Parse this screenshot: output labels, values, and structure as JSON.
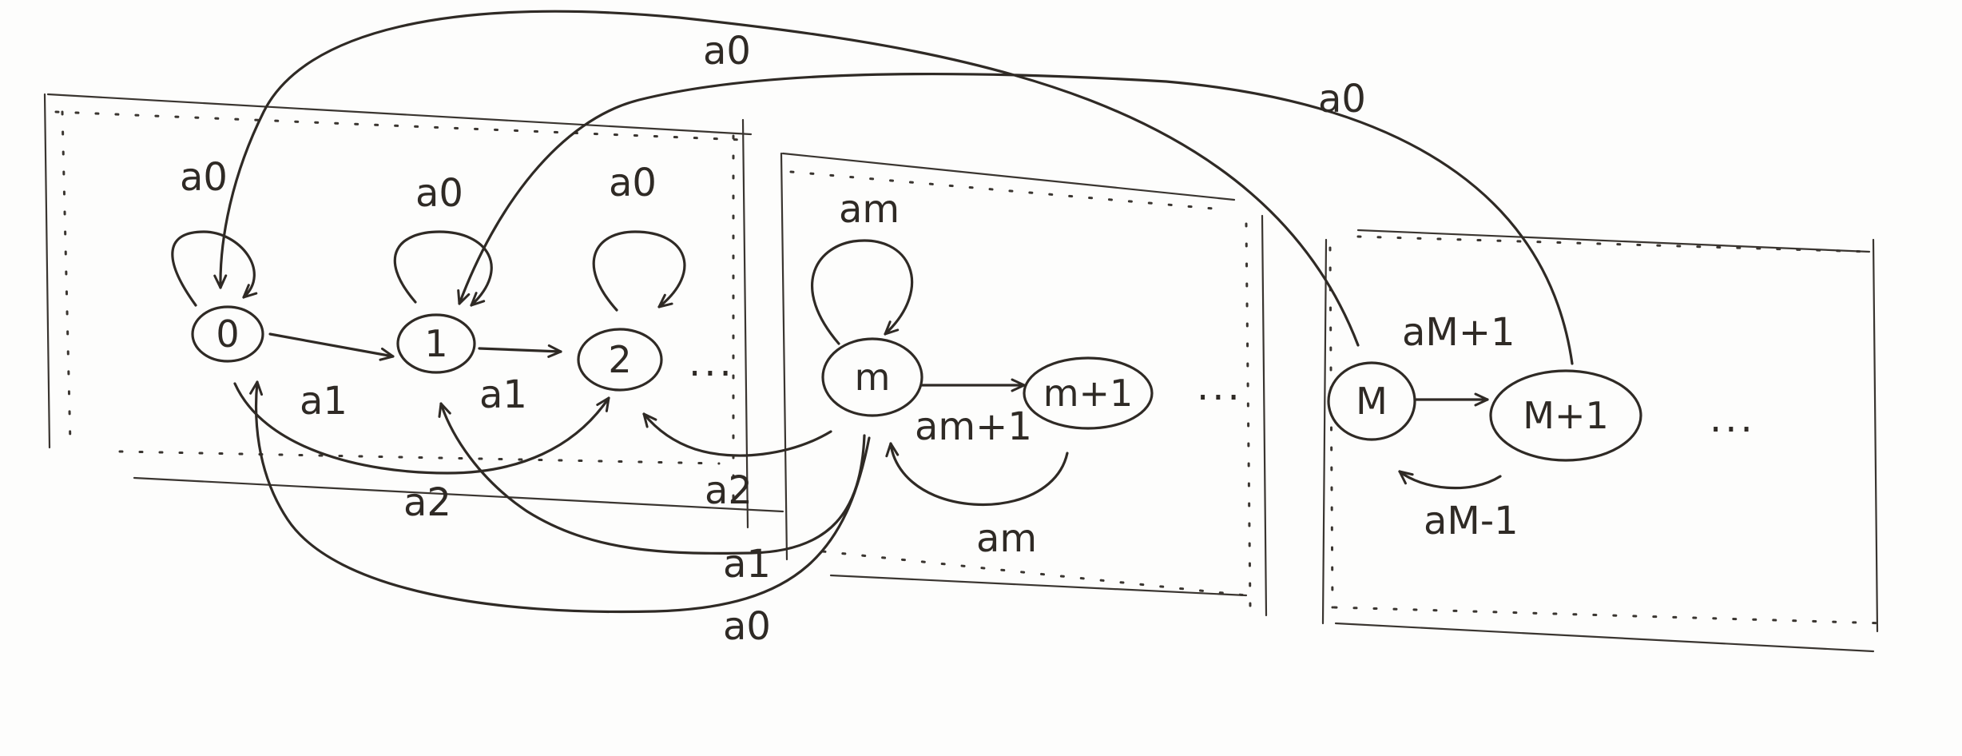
{
  "nodes": [
    {
      "id": "n0",
      "label": "0"
    },
    {
      "id": "n1",
      "label": "1"
    },
    {
      "id": "n2",
      "label": "2"
    },
    {
      "id": "nm",
      "label": "m"
    },
    {
      "id": "nm1",
      "label": "m+1"
    },
    {
      "id": "nM",
      "label": "M"
    },
    {
      "id": "nM1",
      "label": "M+1"
    }
  ],
  "edge_labels": {
    "a0_top_long": "a0",
    "a0_top_right": "a0",
    "a0_loop_0": "a0",
    "a0_loop_1": "a0",
    "a0_loop_2": "a0",
    "am_loop": "am",
    "a1_0_to_1": "a1",
    "a1_1_to_2": "a1",
    "a2_0_to_2": "a2",
    "am1_m_to_m1": "am+1",
    "am_m1_back": "am",
    "a2_m_to_2": "a2",
    "a1_m_to_1": "a1",
    "a0_m_to_0": "a0",
    "aM1_M_to_M1": "aM+1",
    "aM_minus_back": "aM-1"
  },
  "ellipses": [
    "...",
    "...",
    "..."
  ],
  "colors": {
    "ink": "#2f2a25",
    "paper": "#fdfdfc"
  }
}
